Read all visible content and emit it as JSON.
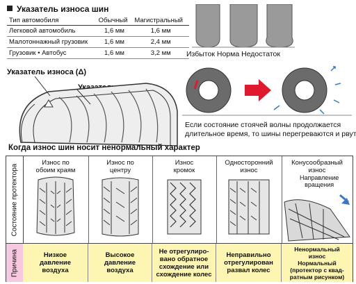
{
  "wear_indicator": {
    "title": "Указатель износа шин",
    "columns": [
      "Тип автомобиля",
      "Обычный",
      "Магистральный"
    ],
    "rows": [
      [
        "Легковой автомобиль",
        "1,6 мм",
        "1,6 мм"
      ],
      [
        "Малотоннажный грузовик",
        "1,6 мм",
        "2,4 мм"
      ],
      [
        "Грузовик • Автобус",
        "1,6 мм",
        "3,2 мм"
      ]
    ]
  },
  "pressure_labels": [
    "Избыток",
    "Норма",
    "Недостаток"
  ],
  "tire_labels": {
    "indicator_delta": "Указатель износа (Δ)",
    "indicator": "Указатель износа"
  },
  "standing_wave_note": [
    "Если состояние стоячей волны продолжается",
    "длительное время, то шины перегреваются и рвутся"
  ],
  "abnormal": {
    "title": "Когда износ шин носит ненормальный характер",
    "side_top": "Состояние протектора",
    "side_bottom": "Причина",
    "columns": [
      {
        "header": [
          "Износ по",
          "обоим краям"
        ],
        "cause": [
          "Низкое",
          "давление",
          "воздуха"
        ]
      },
      {
        "header": [
          "Износ по",
          "центру"
        ],
        "cause": [
          "Высокое",
          "давление",
          "воздуха"
        ]
      },
      {
        "header": [
          "Износ",
          "кромок"
        ],
        "cause": [
          "Не отрегулиро-",
          "вано обратное",
          "схождение или",
          "схождение колес"
        ]
      },
      {
        "header": [
          "Односторонний",
          "износ"
        ],
        "cause": [
          "Неправильно",
          "отрегулирован",
          "развал колес"
        ]
      },
      {
        "header": [
          "Конусообразный",
          "износ"
        ],
        "cause": [
          "Ненормальный",
          "износ",
          "Нормальный",
          "(протектор с квад-",
          "ратным рисунком)"
        ]
      }
    ],
    "rotation_label": [
      "Направление",
      "вращения"
    ]
  },
  "colors": {
    "cause_bg": "#fdf6b2",
    "arrow": "#e0192e",
    "blue_arrow": "#3a78c9"
  }
}
